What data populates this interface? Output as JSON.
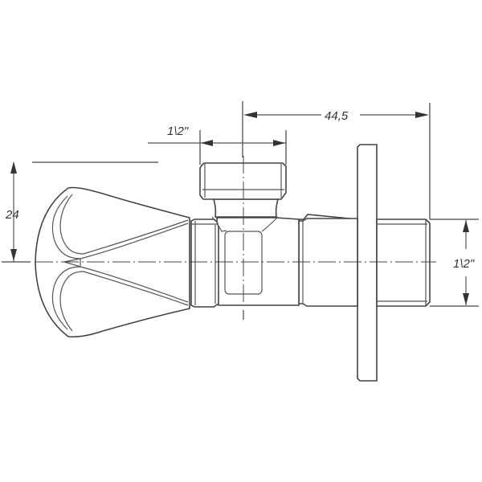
{
  "drawing": {
    "subject": "angle valve technical drawing",
    "background": "#ffffff",
    "line_color": "#444444",
    "parts": [
      "handle",
      "handle-collar",
      "tee-body",
      "top-outlet",
      "right-body",
      "wall-flange",
      "threaded-inlet"
    ]
  },
  "dimensions": {
    "overall_length": {
      "label": "44,5"
    },
    "top_outlet_thread": {
      "label": "1\\2\""
    },
    "handle_offset": {
      "label": "24"
    },
    "inlet_thread": {
      "label": "1\\2\""
    }
  }
}
